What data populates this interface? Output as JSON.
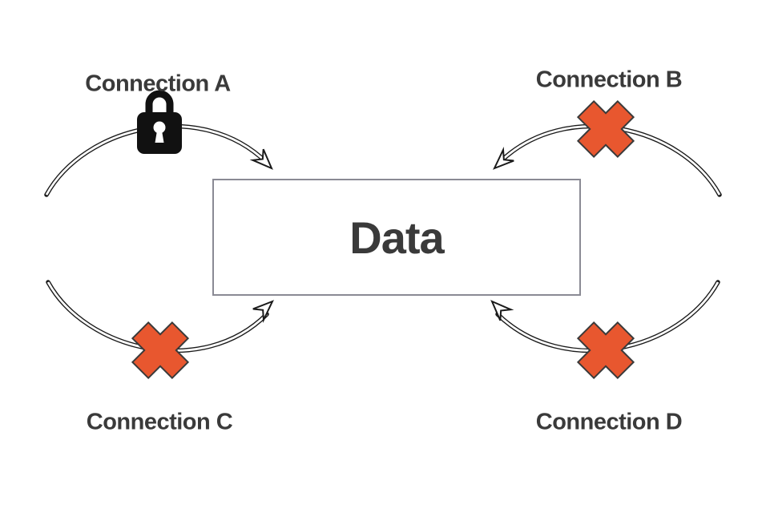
{
  "diagram": {
    "center_node": {
      "label": "Data"
    },
    "connections": [
      {
        "id": "A",
        "label": "Connection A",
        "status": "secure",
        "icon": "lock-icon"
      },
      {
        "id": "B",
        "label": "Connection B",
        "status": "blocked",
        "icon": "cross-icon"
      },
      {
        "id": "C",
        "label": "Connection C",
        "status": "blocked",
        "icon": "cross-icon"
      },
      {
        "id": "D",
        "label": "Connection D",
        "status": "blocked",
        "icon": "cross-icon"
      }
    ],
    "colors": {
      "cross": "#E8572F",
      "lock": "#111111",
      "text": "#3A3A3A",
      "arrow": "#1A1A1A",
      "box_border": "#8A8A94",
      "background": "#FFFFFF"
    }
  }
}
